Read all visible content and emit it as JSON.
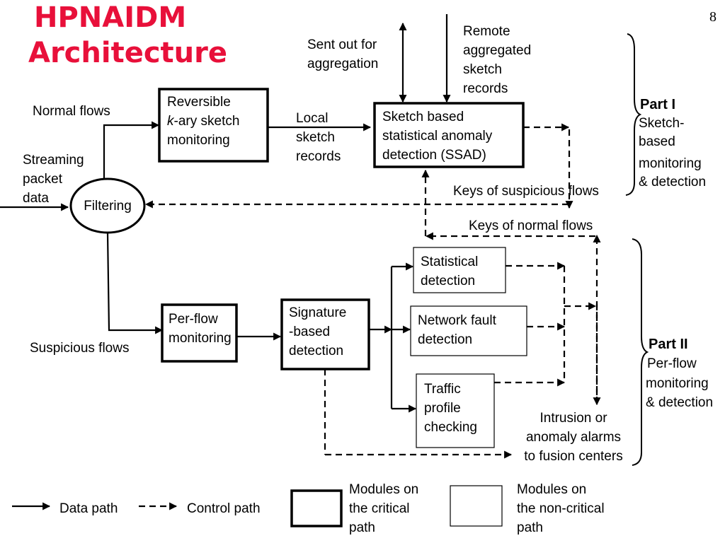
{
  "slide": {
    "title_line1": "HPNAIDM",
    "title_line2": "Architecture",
    "page_number": "8",
    "title_color": "#e8103a"
  },
  "inputs": {
    "streaming": [
      "Streaming",
      "packet",
      "data"
    ],
    "normal_flows": "Normal flows",
    "suspicious_flows": "Suspicious flows",
    "sent_out": [
      "Sent out for",
      "aggregation"
    ],
    "remote": [
      "Remote",
      "aggregated",
      "sketch",
      "records"
    ],
    "local_sketch": [
      "Local",
      "sketch",
      "records"
    ],
    "keys_suspicious": "Keys of suspicious flows",
    "keys_normal": "Keys of normal flows",
    "alarms": [
      "Intrusion or",
      "anomaly alarms",
      "to fusion centers"
    ]
  },
  "modules": {
    "filtering": "Filtering",
    "reversible": {
      "line1": "Reversible",
      "line2_italic": "k",
      "line2_rest": "-ary sketch",
      "line3": "monitoring"
    },
    "ssad": [
      "Sketch based",
      "statistical anomaly",
      "detection (SSAD)"
    ],
    "perflow": [
      "Per-flow",
      "monitoring"
    ],
    "signature": [
      "Signature",
      "-based",
      "detection"
    ],
    "statistical": [
      "Statistical",
      "detection"
    ],
    "netfault": [
      "Network fault",
      "detection"
    ],
    "traffic": [
      "Traffic",
      "profile",
      "checking"
    ]
  },
  "parts": {
    "part1": {
      "title": "Part I",
      "desc": [
        "Sketch-",
        "based",
        "monitoring",
        "& detection"
      ]
    },
    "part2": {
      "title": "Part II",
      "desc": [
        "Per-flow",
        "monitoring",
        "& detection"
      ]
    }
  },
  "legend": {
    "data_path": "Data path",
    "control_path": "Control path",
    "critical": [
      "Modules on",
      "the critical",
      "path"
    ],
    "noncritical": [
      "Modules on",
      "the non-critical",
      "path"
    ]
  }
}
